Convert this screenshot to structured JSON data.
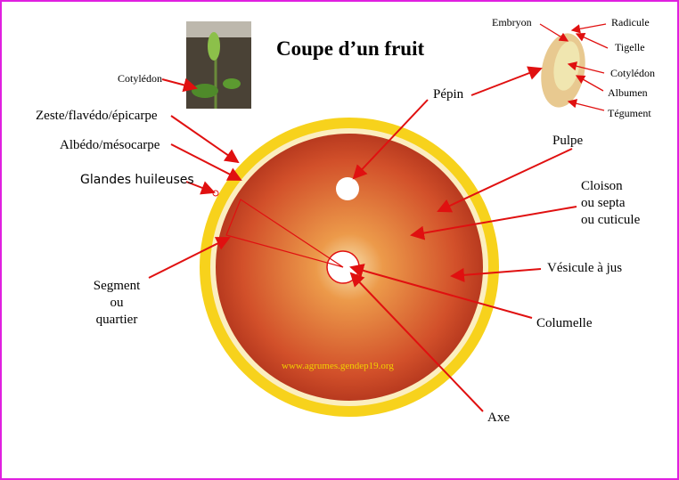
{
  "title": "Coupe d’un fruit",
  "labels": {
    "cotyledon_plant": "Cotylédon",
    "zeste": "Zeste/flavédo/épicarpe",
    "albedo": "Albédo/mésocarpe",
    "glandes": "Glandes huileuses",
    "segment": [
      "Segment",
      "ou",
      "quartier"
    ],
    "pepin": "Pépin",
    "pulpe": "Pulpe",
    "cloison": [
      "Cloison",
      "ou septa",
      "ou cuticule"
    ],
    "vesicule": "Vésicule à jus",
    "columelle": "Columelle",
    "axe": "Axe"
  },
  "seed_labels": {
    "embryon": "Embryon",
    "radicule": "Radicule",
    "tigelle": "Tigelle",
    "cotyledon": "Cotylédon",
    "albumen": "Albumen",
    "tegument": "Tégument"
  },
  "watermark": "www.agrumes.gendep19.org",
  "colors": {
    "arrow": "#e01010",
    "border": "#e020e0",
    "rind": "#f7d21c",
    "flesh": "#d9532a"
  }
}
